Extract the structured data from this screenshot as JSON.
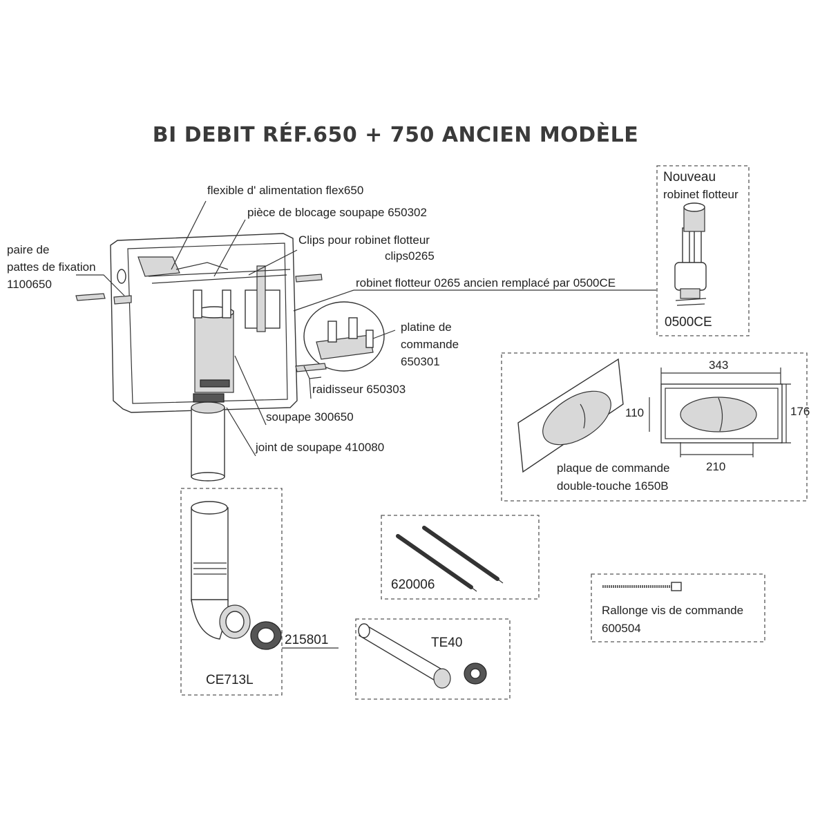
{
  "title": "BI DEBIT  RÉF.650 + 750  ANCIEN MODÈLE",
  "new_float_valve": {
    "line1": "Nouveau",
    "line2": "robinet flotteur",
    "ref": "0500CE"
  },
  "labels": {
    "flexible": "flexible d' alimentation  flex650",
    "piece_blocage": "pièce de blocage soupape 650302",
    "clips_line1": "Clips pour robinet flotteur",
    "clips_line2": "clips0265",
    "robinet": "robinet flotteur  0265 ancien remplacé par 0500CE",
    "pattes_line1": "paire de",
    "pattes_line2": "pattes de fixation",
    "pattes_line3": "1100650",
    "platine_line1": "platine de",
    "platine_line2": "commande",
    "platine_line3": "650301",
    "raidisseur": "raidisseur 650303",
    "soupape": "soupape 300650",
    "joint": "joint de soupape 410080"
  },
  "plate": {
    "dim_width": "343",
    "dim_height_outer": "176",
    "dim_height_inner": "110",
    "dim_width_inner": "210",
    "label_line1": "plaque de commande",
    "label_line2": "double-touche 1650B"
  },
  "rods": {
    "ref": "620006"
  },
  "extension": {
    "label_line1": "Rallonge vis de commande",
    "label_line2": "600504"
  },
  "elbow": {
    "ref": "CE713L",
    "seal_ref": "215801"
  },
  "pipe": {
    "ref": "TE40"
  }
}
